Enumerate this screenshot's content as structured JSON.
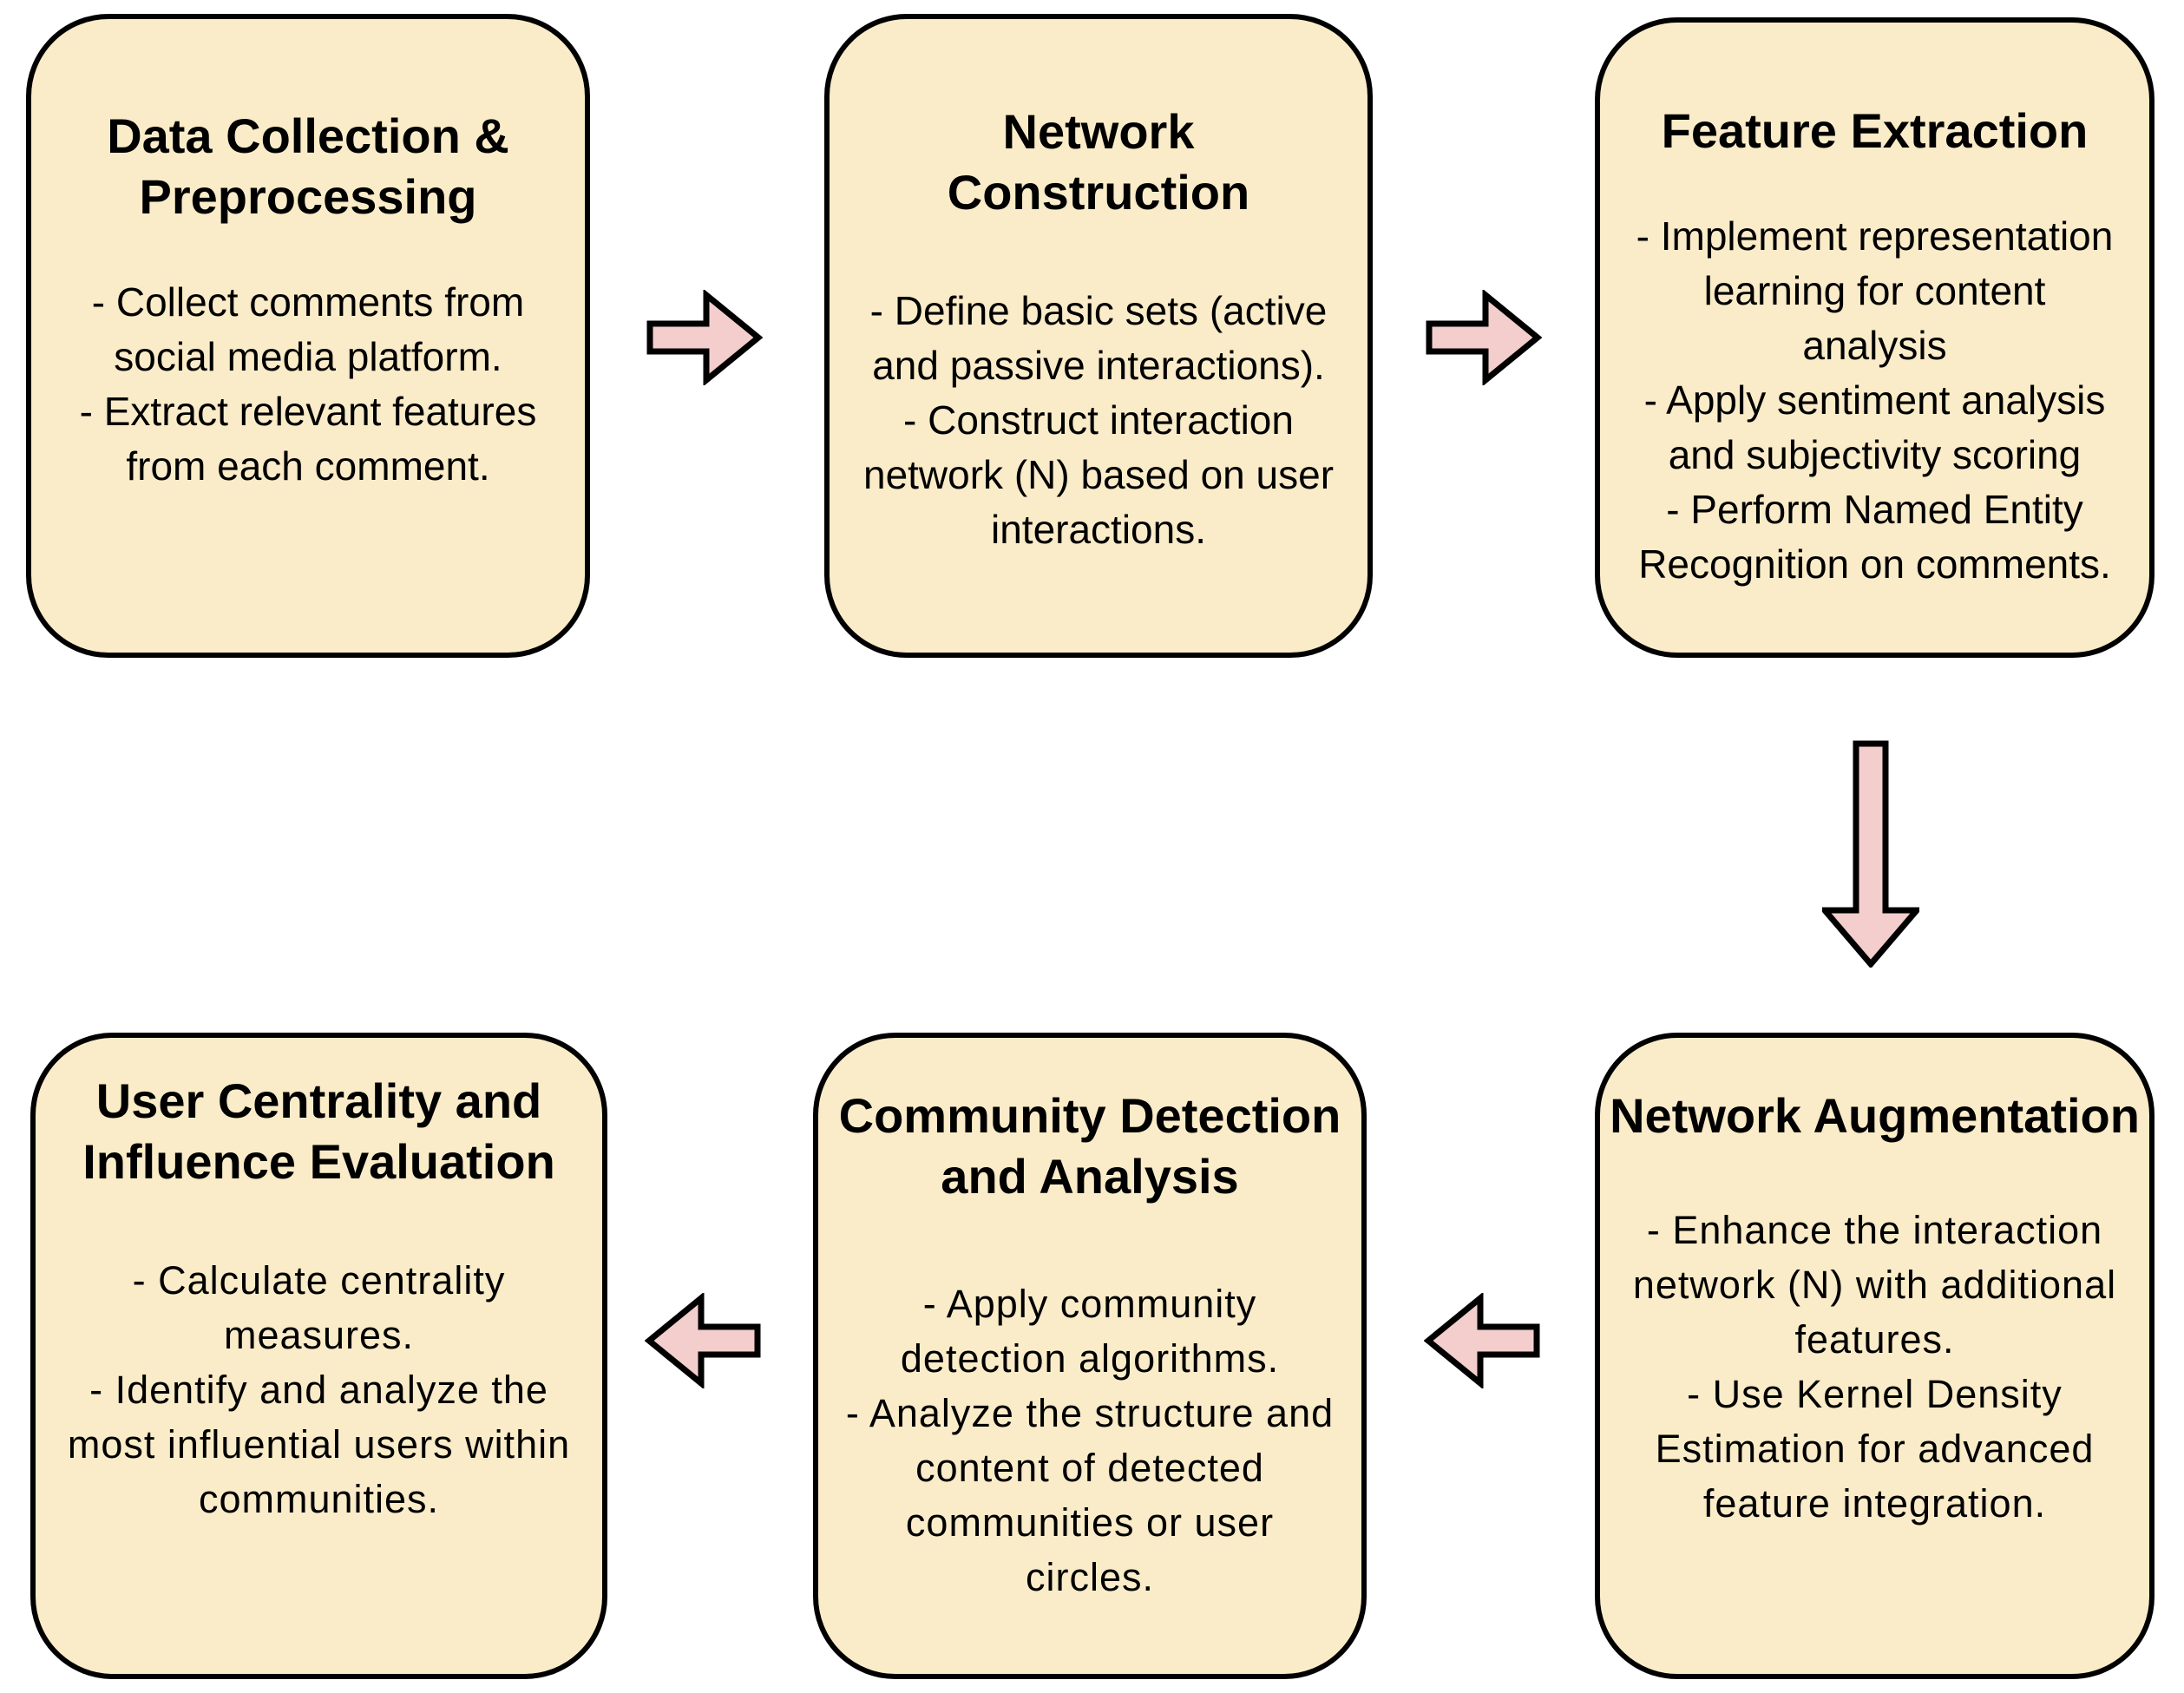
{
  "colors": {
    "background": "#ffffff",
    "box_fill": "#faecc8",
    "box_border": "#000000",
    "arrow_fill": "#f3cecc",
    "arrow_border": "#000000"
  },
  "boxes": [
    {
      "id": "data-collection-preprocessing",
      "title": "Data Collection &\nPreprocessing",
      "body": "- Collect comments from\nsocial media platform.\n- Extract relevant features\nfrom each comment.",
      "variant": "normal"
    },
    {
      "id": "network-construction",
      "title": "Network  Construction",
      "body": "- Define basic sets (active\nand passive interactions).\n- Construct interaction\nnetwork (N) based on user\ninteractions.",
      "variant": "normal"
    },
    {
      "id": "feature-extraction",
      "title": "Feature Extraction",
      "body": "- Implement representation\nlearning for content\nanalysis\n- Apply sentiment analysis\nand subjectivity scoring\n- Perform Named Entity\nRecognition on comments.",
      "variant": "normal"
    },
    {
      "id": "network-augmentation",
      "title": "Network Augmentation",
      "body": "- Enhance the interaction\nnetwork (N) with additional\nfeatures.\n- Use Kernel Density\nEstimation for advanced\nfeature integration.",
      "variant": "wide"
    },
    {
      "id": "community-detection-analysis",
      "title": "Community Detection\nand Analysis",
      "body": "- Apply community\ndetection algorithms.\n- Analyze the structure and\ncontent of detected\ncommunities or user\ncircles.",
      "variant": "wide"
    },
    {
      "id": "user-centrality-influence-evaluation",
      "title": "User Centrality and\nInfluence Evaluation",
      "body": "- Calculate centrality\nmeasures.\n- Identify and analyze the\nmost influential users within\ncommunities.",
      "variant": "wide"
    }
  ],
  "arrows": [
    {
      "direction": "right",
      "from": "data-collection-preprocessing",
      "to": "network-construction"
    },
    {
      "direction": "right",
      "from": "network-construction",
      "to": "feature-extraction"
    },
    {
      "direction": "down",
      "from": "feature-extraction",
      "to": "network-augmentation"
    },
    {
      "direction": "left",
      "from": "network-augmentation",
      "to": "community-detection-analysis"
    },
    {
      "direction": "left",
      "from": "community-detection-analysis",
      "to": "user-centrality-influence-evaluation"
    }
  ]
}
